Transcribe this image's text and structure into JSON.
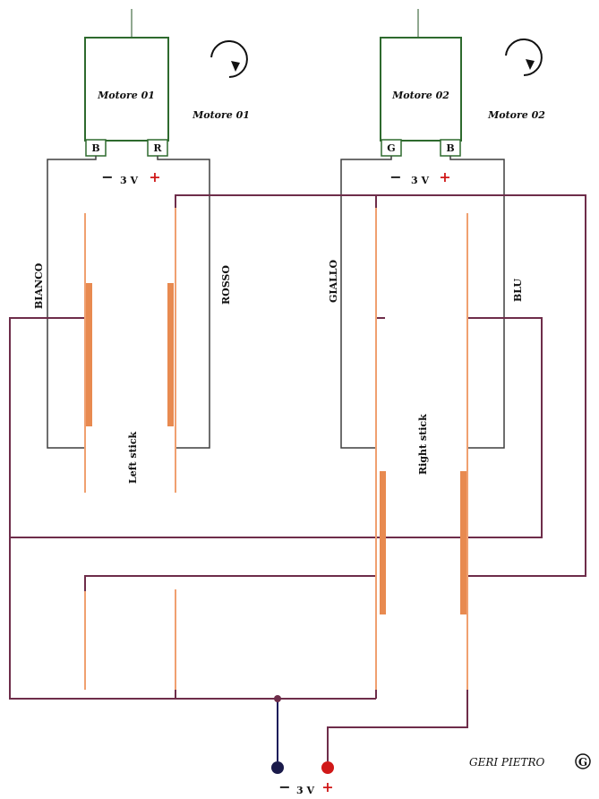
{
  "motors": [
    {
      "id": "motor-01",
      "name": "Motore 01",
      "caption": "Motore 01",
      "terminal_left": "B",
      "terminal_right": "R",
      "supply": "3 V",
      "minus": "−",
      "plus": "+",
      "wire_left": "BIANCO",
      "wire_right": "ROSSO"
    },
    {
      "id": "motor-02",
      "name": "Motore 02",
      "caption": "Motore 02",
      "terminal_left": "G",
      "terminal_right": "B",
      "supply": "3 V",
      "minus": "−",
      "plus": "+",
      "wire_left": "GIALLO",
      "wire_right": "BLU"
    }
  ],
  "sticks": {
    "left": "Left stick",
    "right": "Right stick"
  },
  "battery": {
    "minus": "−",
    "plus": "+",
    "voltage": "3 V"
  },
  "author": "GERI PIETRO",
  "logo_text": "G",
  "colors": {
    "motor_wire": "#3f3f3f",
    "power_wire": "#6e2d4a",
    "contact_strip": "#f0a070",
    "contact_pad": "#e88a50",
    "plus_red": "#d01818",
    "minus_terminal": "#1a1a4a",
    "plus_terminal": "#d01818",
    "motor_box": "#2e6a2e"
  }
}
